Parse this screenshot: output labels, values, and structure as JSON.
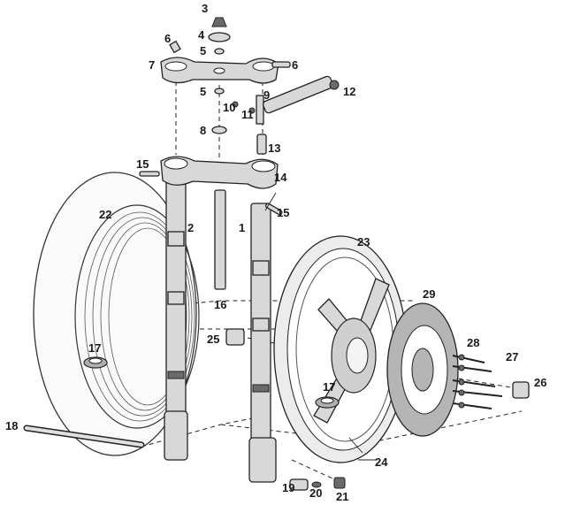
{
  "diagram": {
    "part_labels": [
      "1",
      "2",
      "3",
      "4",
      "5",
      "5",
      "6",
      "6",
      "7",
      "8",
      "9",
      "10",
      "11",
      "12",
      "13",
      "14",
      "15",
      "15",
      "16",
      "17",
      "17",
      "18",
      "19",
      "20",
      "21",
      "22",
      "23",
      "24",
      "25",
      "26",
      "27",
      "28",
      "29"
    ]
  }
}
